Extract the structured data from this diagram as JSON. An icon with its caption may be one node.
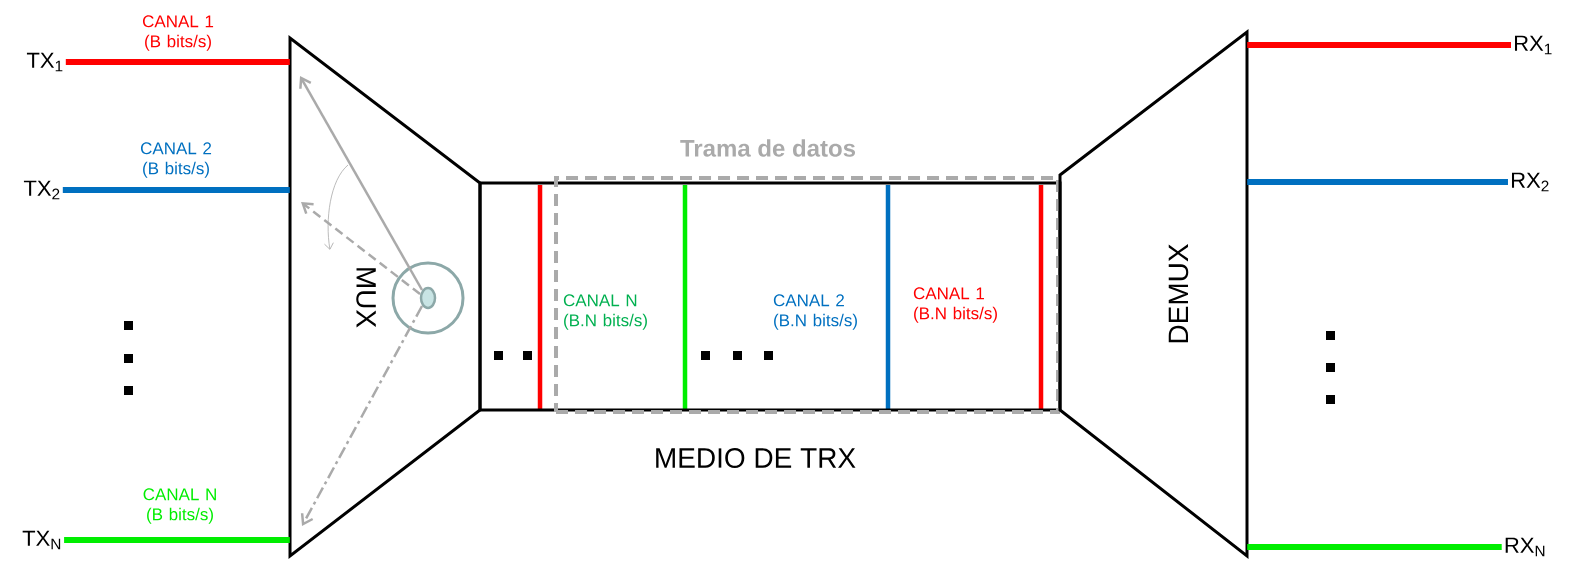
{
  "diagram": {
    "nodes": [
      {
        "text": [
          "TX$_{1}$"
        ]
      },
      {
        "text": [
          "TX$_{2}$"
        ]
      },
      {
        "text": [
          "TX$_{N}$"
        ]
      },
      {
        "text": [
          "MUX"
        ]
      },
      {
        "text": [
          "MEDIO DE TRX"
        ]
      },
      {
        "text": [
          "Trama de datos"
        ],
        "in": 4
      },
      {
        "text": [
          "DEMUX"
        ]
      },
      {
        "text": [
          "RX$_{1}$"
        ]
      },
      {
        "text": [
          "RX$_{2}$"
        ]
      },
      {
        "text": [
          "RX$_{N}$"
        ]
      }
    ],
    "edges": [
      {
        "from": 0,
        "to": 3,
        "arrow": "none",
        "label": "CANAL 1 (B bits/s)",
        "color": "#ff0000"
      },
      {
        "from": 1,
        "to": 3,
        "arrow": "none",
        "label": "CANAL 2 (B bits/s)",
        "color": "#0070c0"
      },
      {
        "from": 2,
        "to": 3,
        "arrow": "none",
        "label": "CANAL N (B bits/s)",
        "color": "#00ee00"
      },
      {
        "from": 6,
        "to": 7,
        "arrow": "none",
        "color": "#ff0000"
      },
      {
        "from": 6,
        "to": 8,
        "arrow": "none",
        "color": "#0070c0"
      },
      {
        "from": 6,
        "to": 9,
        "arrow": "none",
        "color": "#00ee00"
      }
    ],
    "labels": [
      "CANAL N (B.N bits/s)",
      "CANAL 2 (B.N bits/s)",
      "CANAL 1 (B.N bits/s)"
    ]
  }
}
